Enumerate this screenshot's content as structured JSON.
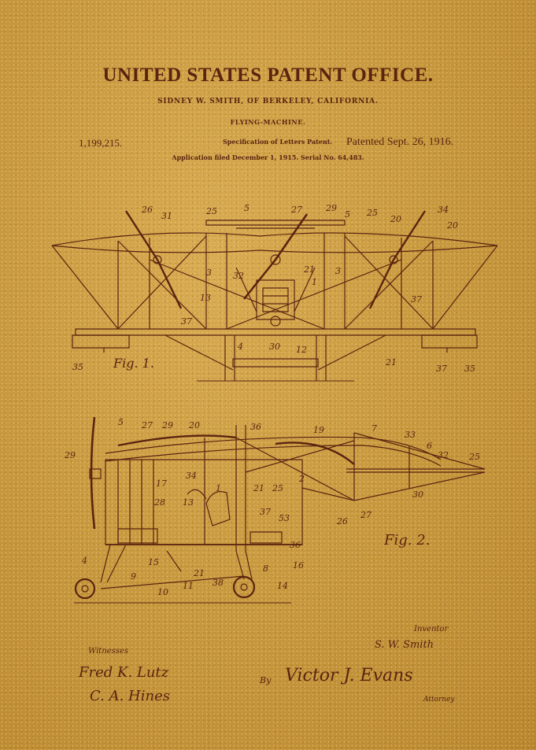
{
  "header": {
    "title": "UNITED STATES PATENT OFFICE.",
    "inventor_line": "SIDNEY W. SMITH, OF BERKELEY, CALIFORNIA.",
    "subject": "FLYING-MACHINE.",
    "patent_number": "1,199,215.",
    "specification": "Specification of Letters Patent.",
    "patented_date": "Patented Sept. 26, 1916.",
    "application_line": "Application filed December 1, 1915.  Serial No. 64,483."
  },
  "figures": {
    "fig1_label": "Fig. 1.",
    "fig2_label": "Fig. 2.",
    "fig1_refs": [
      "26",
      "31",
      "25",
      "5",
      "27",
      "29",
      "5",
      "25",
      "20",
      "34",
      "20",
      "3",
      "32",
      "21",
      "1",
      "3",
      "13",
      "37",
      "37",
      "35",
      "4",
      "30",
      "12",
      "21",
      "37",
      "35"
    ],
    "fig2_refs": [
      "5",
      "27",
      "29",
      "20",
      "36",
      "19",
      "7",
      "33",
      "6",
      "32",
      "25",
      "29",
      "34",
      "2",
      "17",
      "28",
      "13",
      "1",
      "21",
      "25",
      "30",
      "37",
      "53",
      "26",
      "27",
      "36",
      "4",
      "15",
      "9",
      "11",
      "21",
      "38",
      "8",
      "16",
      "10",
      "14"
    ]
  },
  "footer": {
    "inventor_caption": "Inventor",
    "inventor_signature": "S. W. Smith",
    "witnesses_caption": "Witnesses",
    "witness_1": "Fred K. Lutz",
    "witness_2": "C. A. Hines",
    "by_label": "By",
    "attorney_signature": "Victor J. Evans",
    "attorney_caption": "Attorney"
  },
  "colors": {
    "ink": "#5a2410",
    "paper": "#c99a40"
  }
}
